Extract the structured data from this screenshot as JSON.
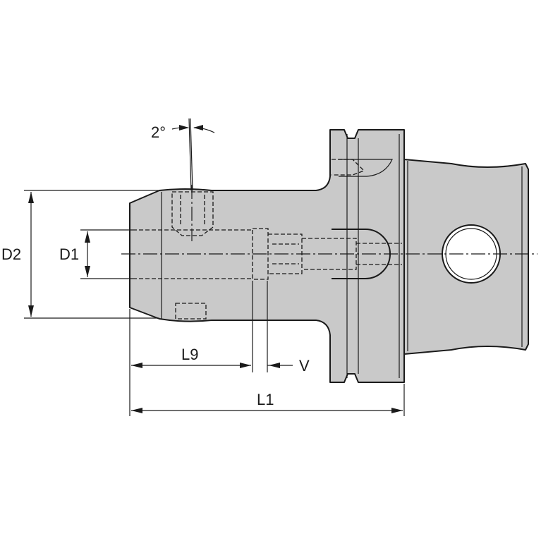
{
  "labels": {
    "angle": "2°",
    "d2": "D2",
    "d1": "D1",
    "l9": "L9",
    "v": "V",
    "l1": "L1"
  },
  "colors": {
    "body_fill": "#c9c9c9",
    "line": "#1a1a1a",
    "background": "#ffffff"
  }
}
